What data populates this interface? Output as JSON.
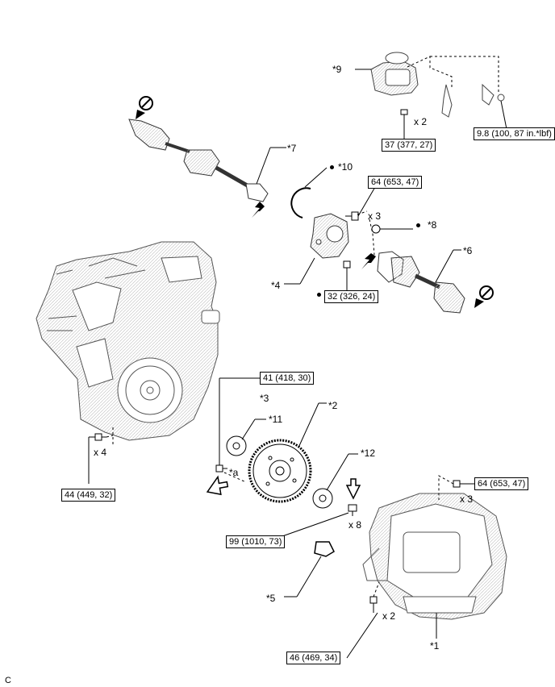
{
  "callouts": {
    "c1": "*1",
    "c2": "*2",
    "c3": "*3",
    "c4": "*4",
    "c5": "*5",
    "c6": "*6",
    "c7": "*7",
    "c8": "*8",
    "c9": "*9",
    "c10": "*10",
    "c11": "*11",
    "c12": "*12",
    "ca": "*a"
  },
  "quantities": {
    "starter_bolts": "x 2",
    "bracket_bolts": "x 3",
    "engine_bolts": "x 4",
    "flywheel_bolts": "x 8",
    "trans_top_bolts": "x 3",
    "trans_bottom_bolts": "x 2"
  },
  "torques": {
    "starter_nut": "9.8 (100, 87 in.*lbf)",
    "starter_bolt": "37 (377, 27)",
    "bracket_bolt": "64 (653, 47)",
    "bracket_lower_bolt": "32 (326, 24)",
    "pilot_bolt": "41 (418, 30)",
    "engine_bolt": "44 (449, 32)",
    "flywheel_bolt": "99 (1010, 73)",
    "trans_top_bolt": "64 (653, 47)",
    "trans_bottom_bolt": "46 (469, 34)"
  },
  "footer": {
    "code": "C"
  },
  "icons": {
    "rotate": "rotate-arrow-icon",
    "direction": "direction-arrow-icon",
    "non_reusable": "non-reusable-dot-icon"
  }
}
